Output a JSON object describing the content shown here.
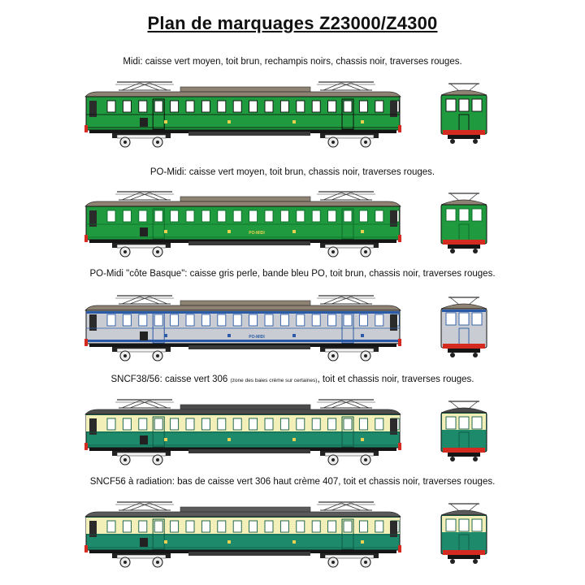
{
  "title": "Plan de marquages Z23000/Z4300",
  "liveries": [
    {
      "caption": "Midi: caisse vert moyen, toit brun, rechampis noirs, chassis noir, traverses rouges.",
      "caption_small": "",
      "caption_rest": "",
      "colors": {
        "body": "#1f9a3e",
        "upper": "#1f9a3e",
        "roof": "#8e8272",
        "chassis": "#151515",
        "buffer_beam": "#d42a20",
        "window": "#ffffff",
        "lining": "#0c0c0c",
        "marking": "#e9d050",
        "band": ""
      },
      "marks": []
    },
    {
      "caption": "PO-Midi: caisse vert moyen, toit brun, chassis noir, traverses rouges.",
      "caption_small": "",
      "caption_rest": "",
      "colors": {
        "body": "#1f9a3e",
        "upper": "#1f9a3e",
        "roof": "#8e8272",
        "chassis": "#151515",
        "buffer_beam": "#d42a20",
        "window": "#ffffff",
        "lining": "#0d6a2a",
        "marking": "#e9d050",
        "band": ""
      },
      "marks": [
        "PO-MIDI"
      ]
    },
    {
      "caption": "PO-Midi \"côte Basque\": caisse gris perle, bande bleu PO, toit brun, chassis noir, traverses rouges.",
      "caption_small": "",
      "caption_rest": "",
      "colors": {
        "body": "#c9cdd3",
        "upper": "#c9cdd3",
        "roof": "#8e8272",
        "chassis": "#151515",
        "buffer_beam": "#d42a20",
        "window": "#ffffff",
        "lining": "#2b5aa6",
        "marking": "#2b5aa6",
        "band": "#2b5aa6"
      },
      "marks": [
        "PO-MIDI"
      ]
    },
    {
      "caption": "SNCF38/56: caisse vert 306 ",
      "caption_small": "(zone des baies crème sur certaines)",
      "caption_rest": ", toit et chassis noir, traverses rouges.",
      "colors": {
        "body": "#1d8a6c",
        "upper": "#f3efb8",
        "roof": "#4b4b4b",
        "chassis": "#151515",
        "buffer_beam": "#d42a20",
        "window": "#ffffff",
        "lining": "#0f5a45",
        "marking": "#e9d050",
        "band": ""
      },
      "marks": []
    },
    {
      "caption": "SNCF56 à radiation: bas de caisse vert 306 haut crème 407, toit et chassis noir, traverses rouges.",
      "caption_small": "",
      "caption_rest": "",
      "colors": {
        "body": "#1d8a6c",
        "upper": "#f3efb8",
        "roof": "#5a5a5a",
        "chassis": "#151515",
        "buffer_beam": "#d42a20",
        "window": "#ffffff",
        "lining": "#0f5a45",
        "marking": "#e9d050",
        "band": ""
      },
      "marks": []
    }
  ]
}
